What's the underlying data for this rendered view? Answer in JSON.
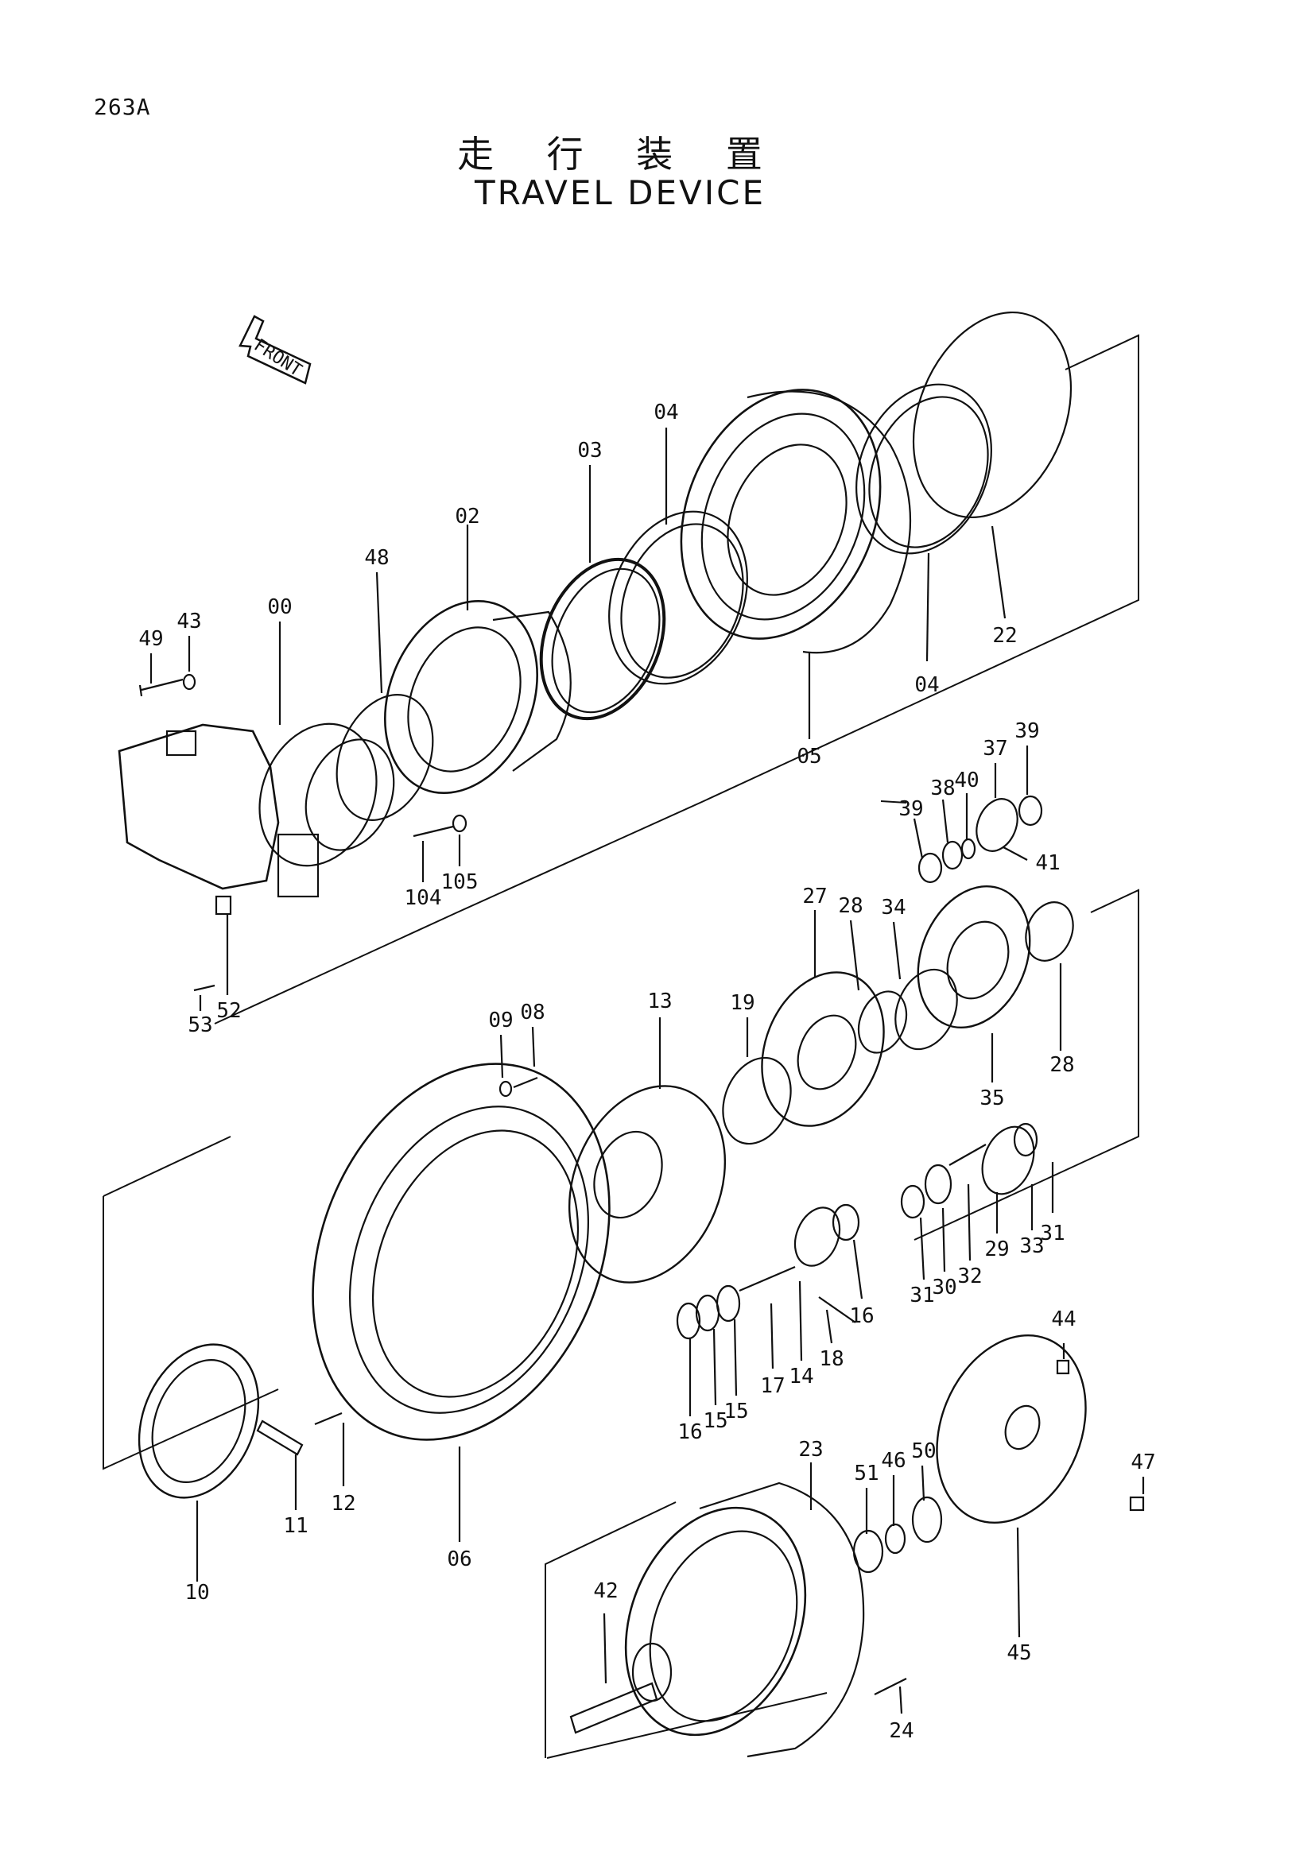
{
  "page_number": "263A",
  "title_jp": "走 行 装 置",
  "title_en": "TRAVEL DEVICE",
  "direction_label": "FRONT",
  "callouts": [
    "49",
    "43",
    "00",
    "48",
    "02",
    "03",
    "04",
    "04",
    "05",
    "22",
    "104",
    "105",
    "53",
    "52",
    "39",
    "38",
    "40",
    "37",
    "39",
    "41",
    "27",
    "28",
    "34",
    "19",
    "13",
    "09",
    "08",
    "35",
    "28",
    "31",
    "33",
    "29",
    "32",
    "30",
    "31",
    "16",
    "14",
    "17",
    "15",
    "15",
    "16",
    "18",
    "06",
    "10",
    "11",
    "12",
    "44",
    "47",
    "45",
    "23",
    "46",
    "50",
    "51",
    "42",
    "24"
  ]
}
